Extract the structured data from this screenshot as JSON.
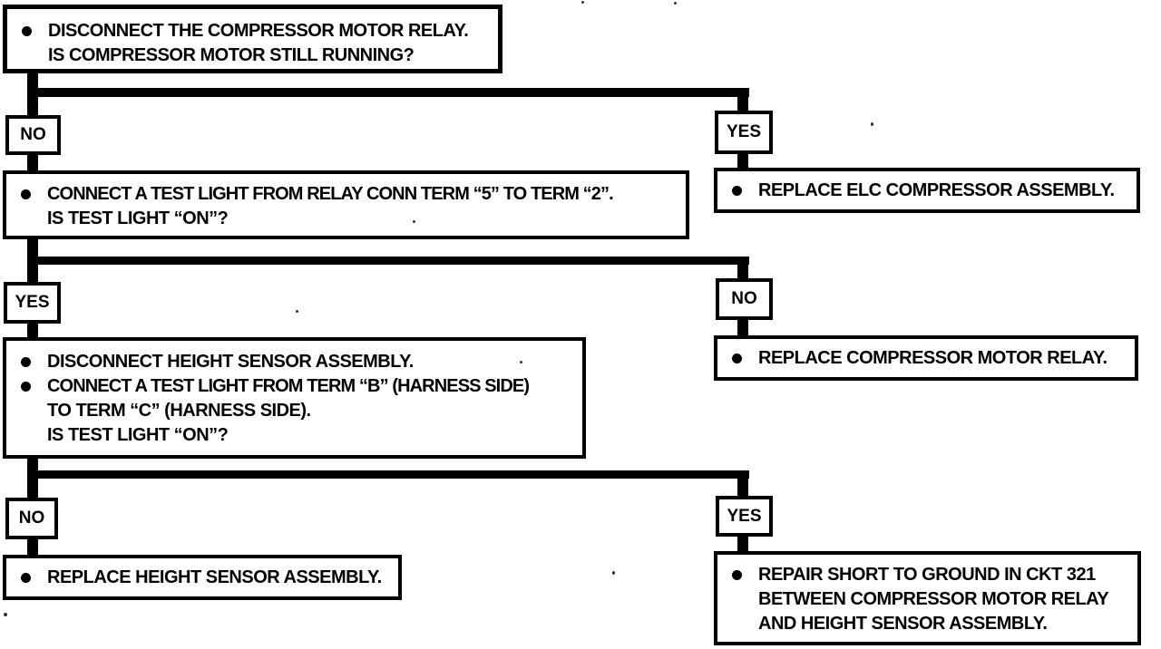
{
  "flowchart": {
    "ink_color": "#000000",
    "paper_color": "#ffffff",
    "nodes": {
      "step1": {
        "lines": [
          {
            "bullet": true,
            "text": "DISCONNECT THE COMPRESSOR MOTOR RELAY."
          },
          {
            "bullet": false,
            "text": "IS COMPRESSOR MOTOR STILL RUNNING?"
          }
        ]
      },
      "step2": {
        "lines": [
          {
            "bullet": true,
            "text": "CONNECT A TEST LIGHT FROM RELAY CONN TERM “5” TO TERM “2”."
          },
          {
            "bullet": false,
            "text": "IS TEST LIGHT “ON”?"
          }
        ]
      },
      "replace_elc_compressor": {
        "lines": [
          {
            "bullet": true,
            "text": "REPLACE ELC COMPRESSOR ASSEMBLY."
          }
        ]
      },
      "step3": {
        "lines": [
          {
            "bullet": true,
            "text": "DISCONNECT HEIGHT SENSOR ASSEMBLY."
          },
          {
            "bullet": true,
            "text": "CONNECT A TEST LIGHT FROM TERM “B” (HARNESS SIDE)"
          },
          {
            "bullet": false,
            "text": "TO TERM “C” (HARNESS SIDE)."
          },
          {
            "bullet": false,
            "text": "IS TEST LIGHT “ON”?"
          }
        ]
      },
      "replace_motor_relay": {
        "lines": [
          {
            "bullet": true,
            "text": "REPLACE COMPRESSOR MOTOR RELAY."
          }
        ]
      },
      "replace_height_sensor": {
        "lines": [
          {
            "bullet": true,
            "text": "REPLACE HEIGHT SENSOR ASSEMBLY."
          }
        ]
      },
      "repair_short": {
        "lines": [
          {
            "bullet": true,
            "text": "REPAIR SHORT TO GROUND IN CKT 321"
          },
          {
            "bullet": false,
            "text": "BETWEEN COMPRESSOR MOTOR RELAY"
          },
          {
            "bullet": false,
            "text": "AND HEIGHT SENSOR ASSEMBLY."
          }
        ]
      }
    },
    "branches": {
      "d1_left": "NO",
      "d1_right": "YES",
      "d2_left": "YES",
      "d2_right": "NO",
      "d3_left": "NO",
      "d3_right": "YES"
    }
  }
}
